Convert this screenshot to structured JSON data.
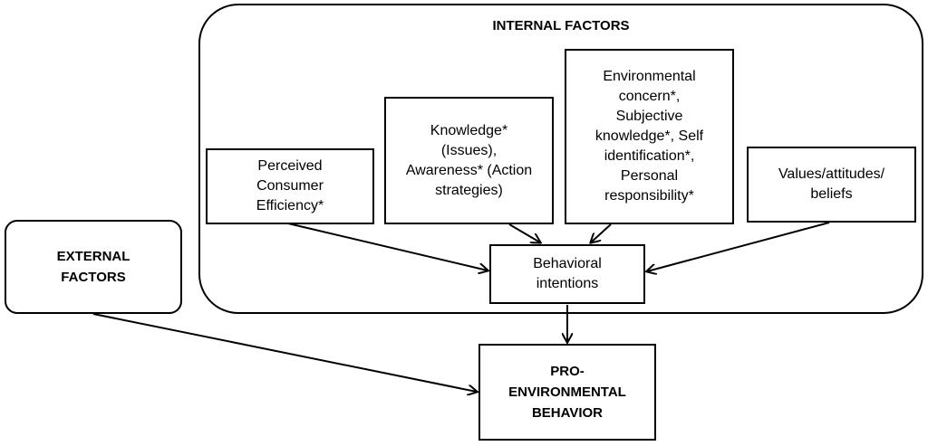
{
  "internal": {
    "title": "INTERNAL FACTORS",
    "perceived": "Perceived\nConsumer\nEfficiency*",
    "knowledge": "Knowledge*\n(Issues),\nAwareness* (Action\nstrategies)",
    "environmental": "Environmental\nconcern*,\nSubjective\nknowledge*, Self\nidentification*,\nPersonal\nresponsibility*",
    "values": "Values/attitudes/\nbeliefs",
    "intentions": "Behavioral\nintentions"
  },
  "external": {
    "label": "EXTERNAL\nFACTORS"
  },
  "outcome": {
    "label": "PRO-\nENVIRONMENTAL\nBEHAVIOR"
  }
}
